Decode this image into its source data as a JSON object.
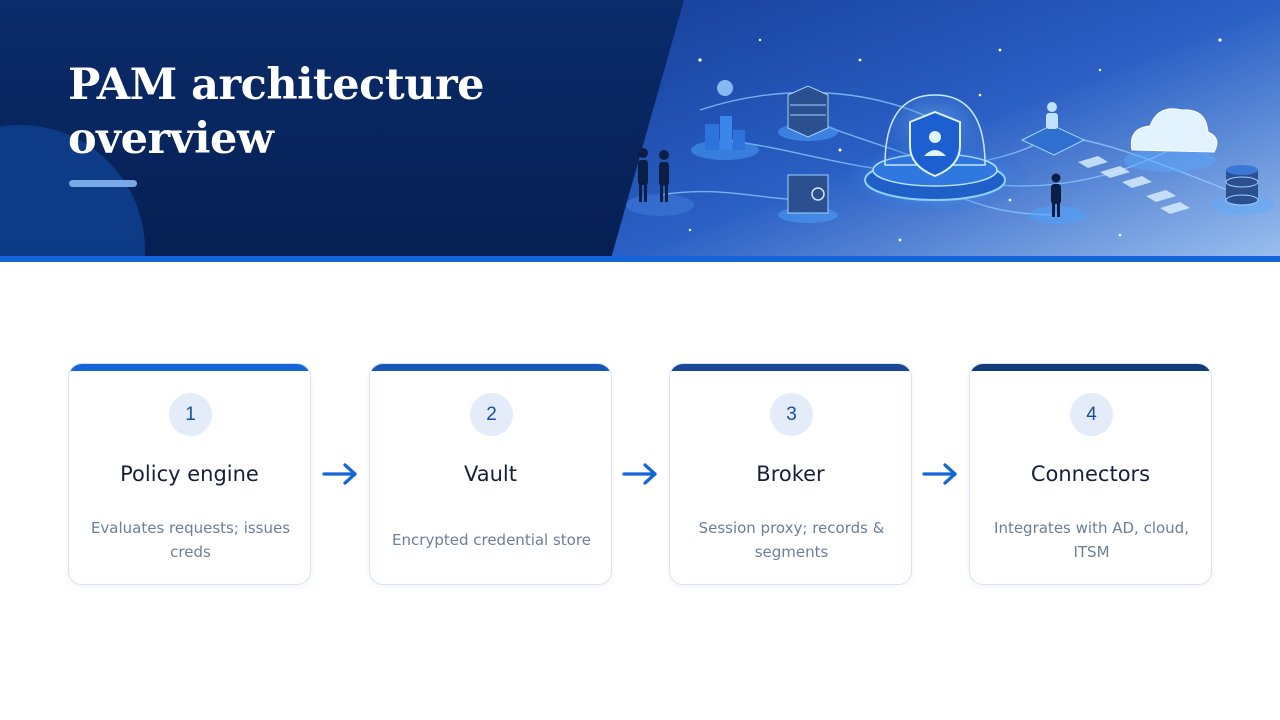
{
  "slide": {
    "title": "PAM architecture overview"
  },
  "steps": [
    {
      "number": "1",
      "title": "Policy engine",
      "description": "Evaluates requests; issues creds"
    },
    {
      "number": "2",
      "title": "Vault",
      "description": "Encrypted credential store"
    },
    {
      "number": "3",
      "title": "Broker",
      "description": "Session proxy; records & segments"
    },
    {
      "number": "4",
      "title": "Connectors",
      "description": "Integrates with AD, cloud, ITSM"
    }
  ],
  "colors": {
    "hero_dark": "#0b2a66",
    "accent": "#1565d8",
    "card_border": "#d4e3f7",
    "number_bg": "#e3ecf8",
    "topbars": [
      "#1565d8",
      "#1a56b8",
      "#1b4797",
      "#123a78"
    ]
  }
}
